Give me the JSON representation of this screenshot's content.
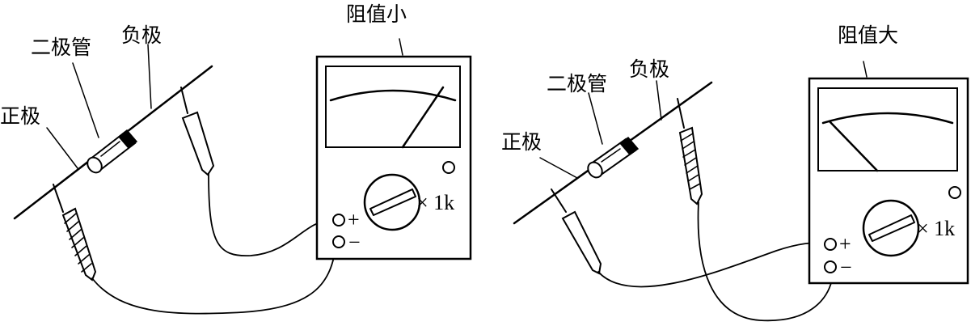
{
  "left": {
    "meter_title": "阻值小",
    "diode_label": "二极管",
    "cathode_label": "负极",
    "anode_label": "正极",
    "plus_label": "+",
    "minus_label": "−",
    "range_label": "× 1k"
  },
  "right": {
    "meter_title": "阻值大",
    "diode_label": "二极管",
    "cathode_label": "负极",
    "anode_label": "正极",
    "plus_label": "+",
    "minus_label": "−",
    "range_label": "× 1k"
  },
  "colors": {
    "ink": "#000000",
    "paper": "#ffffff"
  }
}
